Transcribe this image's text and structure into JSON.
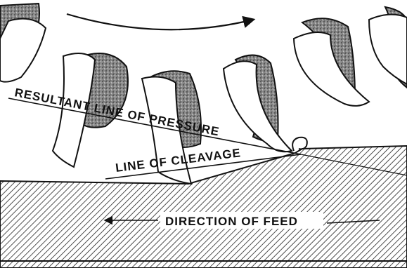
{
  "labels": {
    "resultant_pressure": "RESULTANT LINE OF PRESSURE",
    "cleavage": "LINE OF CLEAVAGE",
    "feed": "DIRECTION OF FEED"
  },
  "colors": {
    "ink": "#111111",
    "paper": "#ffffff",
    "stipple": "#7a7a7a"
  }
}
